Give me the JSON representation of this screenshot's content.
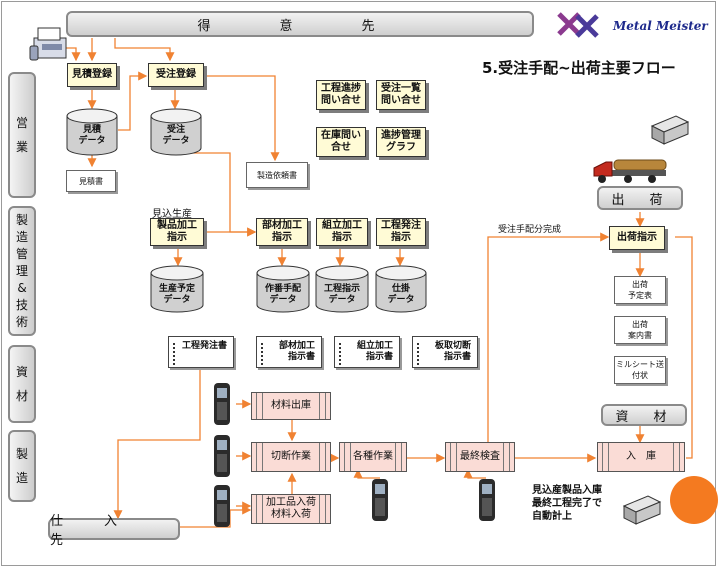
{
  "header": {
    "customers_label": "得　意　先",
    "logo_text": "Metal Meister",
    "page_title": "5.受注手配~出荷主要フロー"
  },
  "sidebar": {
    "sales": [
      "営",
      "業"
    ],
    "manufacturing_tech": [
      "製",
      "造",
      "管",
      "理",
      "&",
      "技",
      "術"
    ],
    "materials": [
      "資",
      "材"
    ],
    "manufacturing": [
      "製",
      "造"
    ]
  },
  "boxes": {
    "quote_entry": "見積登録",
    "order_entry": "受注登録",
    "process_inquiry": [
      "工程進捗",
      "問い合せ"
    ],
    "order_list_inquiry": [
      "受注一覧",
      "問い合せ"
    ],
    "stock_inquiry": [
      "在庫問い",
      "合せ"
    ],
    "progress_graph": [
      "進捗管理",
      "グラフ"
    ],
    "product_processing": [
      "製品加工",
      "指示"
    ],
    "parts_processing": [
      "部材加工",
      "指示"
    ],
    "assembly_processing": [
      "組立加工",
      "指示"
    ],
    "process_order": [
      "工程発注",
      "指示"
    ],
    "shipping_instruction": "出荷指示"
  },
  "databases": {
    "quote_data": [
      "見積",
      "データ"
    ],
    "order_data": [
      "受注",
      "データ"
    ],
    "production_plan_data": [
      "生産予定",
      "データ"
    ],
    "work_arrangement_data": [
      "作番手配",
      "データ"
    ],
    "process_instruction_data": [
      "工程指示",
      "データ"
    ],
    "wip_data": [
      "仕掛",
      "データ"
    ]
  },
  "documents": {
    "quote_sheet": "見積書",
    "manufacturing_request": "製造依頼書",
    "shipping_schedule": [
      "出荷",
      "予定表"
    ],
    "shipping_guide": [
      "出荷",
      "案内書"
    ],
    "mill_sheet": [
      "ミルシート送",
      "付状"
    ]
  },
  "slips": {
    "process_order_sheet": "工程発注書",
    "parts_instruction": [
      "部材加工",
      "指示書"
    ],
    "assembly_instruction": [
      "組立加工",
      "指示書"
    ],
    "cutting_instruction": [
      "板取切断",
      "指示書"
    ]
  },
  "work_steps": {
    "material_issue": "材料出庫",
    "cutting": "切断作業",
    "various_work": "各種作業",
    "final_inspection": "最終検査",
    "warehousing": "入　庫",
    "receiving": [
      "加工品入荷",
      "材料入荷"
    ]
  },
  "labels": {
    "forecast_production": "見込生産",
    "order_complete": "受注手配分完成",
    "shipping": "出　荷",
    "materials_dept": "資　材",
    "suppliers": "仕　入　先",
    "note": [
      "見込産製品入庫",
      "最終工程完了で",
      "自動計上"
    ]
  },
  "colors": {
    "arrow": "#f08232",
    "step_fill": "#fadcd6",
    "instruction_fill": "#fffbd6",
    "circle": "#f47a20",
    "logo": "#1e2a8c"
  }
}
